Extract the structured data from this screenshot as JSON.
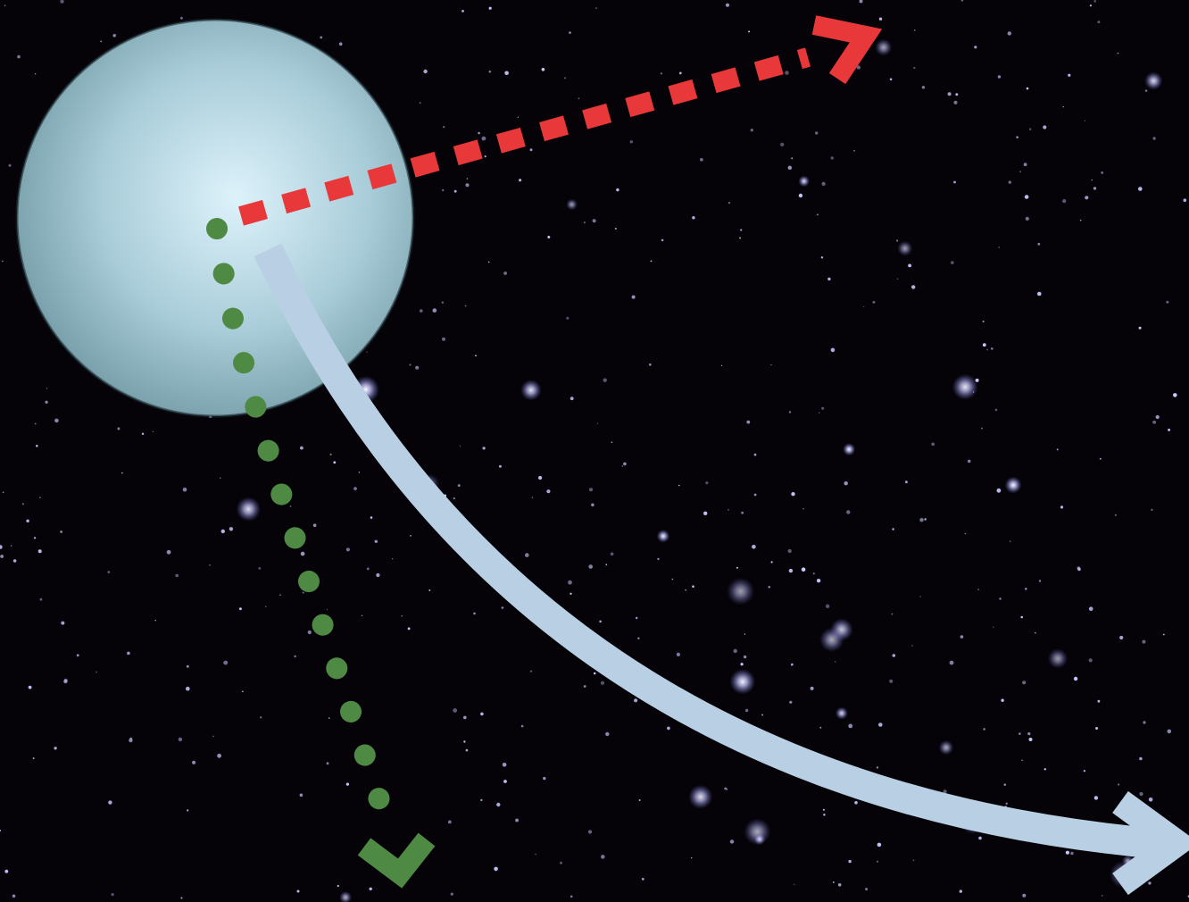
{
  "scene": {
    "background_color": "#050308",
    "star_color": "#c9c8ff",
    "planet": {
      "name": "planet",
      "colors": {
        "highlight": "#ddf2fb",
        "mid": "#a8ccd8",
        "edge": "#6f97a2"
      }
    },
    "arrows": [
      {
        "name": "red-dashed-arrow",
        "style": "dashed",
        "color": "#e8383a"
      },
      {
        "name": "green-dotted-arrow",
        "style": "dotted",
        "color": "#4f8a45"
      },
      {
        "name": "blue-solid-arrow",
        "style": "solid",
        "color": "#b8cfe4"
      }
    ]
  }
}
